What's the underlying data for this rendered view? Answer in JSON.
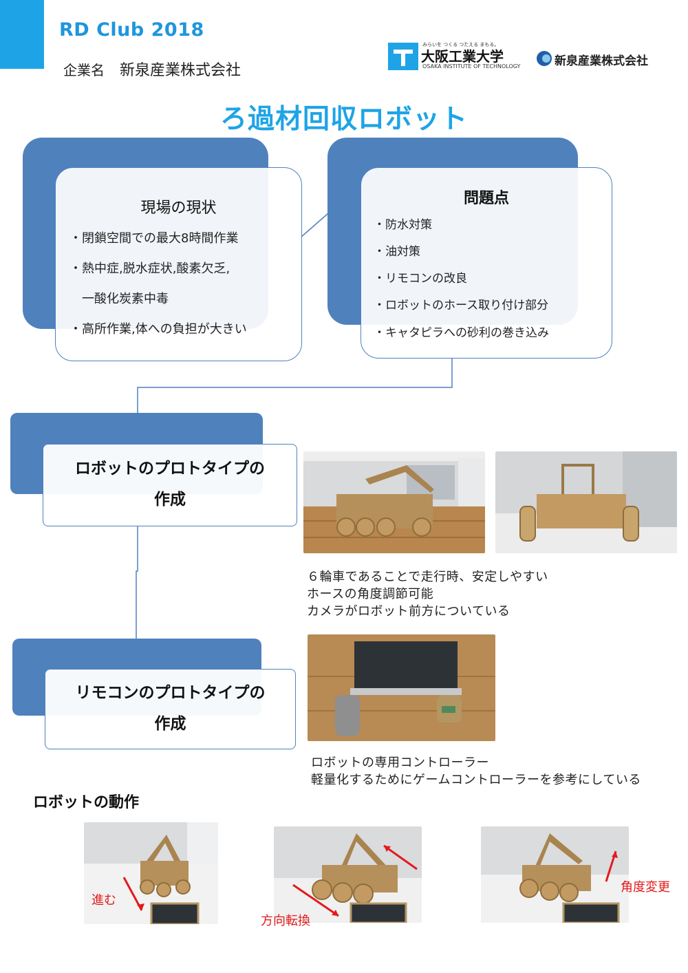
{
  "header": {
    "club": "RD Club 2018",
    "company_label": "企業名",
    "company_name": "新泉産業株式会社",
    "oit_tagline": "みらいを つくる つたえる まもる。",
    "oit_name_jp": "大阪工業大学",
    "oit_name_en": "OSAKA INSTITUTE OF TECHNOLOGY",
    "partner_logo_text": "新泉産業株式会社",
    "accent_color": "#1ea4e6",
    "card_color": "#4f81bd"
  },
  "title": "ろ過材回収ロボット",
  "current_state": {
    "heading": "現場の現状",
    "items": [
      "・閉鎖空間での最大8時間作業",
      "・熱中症,脱水症状,酸素欠乏,",
      "一酸化炭素中毒",
      "・高所作業,体への負担が大きい"
    ]
  },
  "problems": {
    "heading": "問題点",
    "items": [
      "・防水対策",
      "・油対策",
      "・リモコンの改良",
      "・ロボットのホース取り付け部分",
      "・キャタピラへの砂利の巻き込み"
    ]
  },
  "phase1": {
    "line1": "ロボットのプロトタイプの",
    "line2": "作成",
    "captions": [
      "６輪車であることで走行時、安定しやすい",
      "ホースの角度調節可能",
      "カメラがロボット前方についている"
    ]
  },
  "phase2": {
    "line1": "リモコンのプロトタイプの",
    "line2": "作成",
    "captions": [
      "ロボットの専用コントローラー",
      "軽量化するためにゲームコントローラーを参考にしている"
    ]
  },
  "motion": {
    "heading": "ロボットの動作",
    "labels": [
      "進む",
      "方向転換",
      "角度変更"
    ],
    "arrow_color": "#e21b1b"
  }
}
